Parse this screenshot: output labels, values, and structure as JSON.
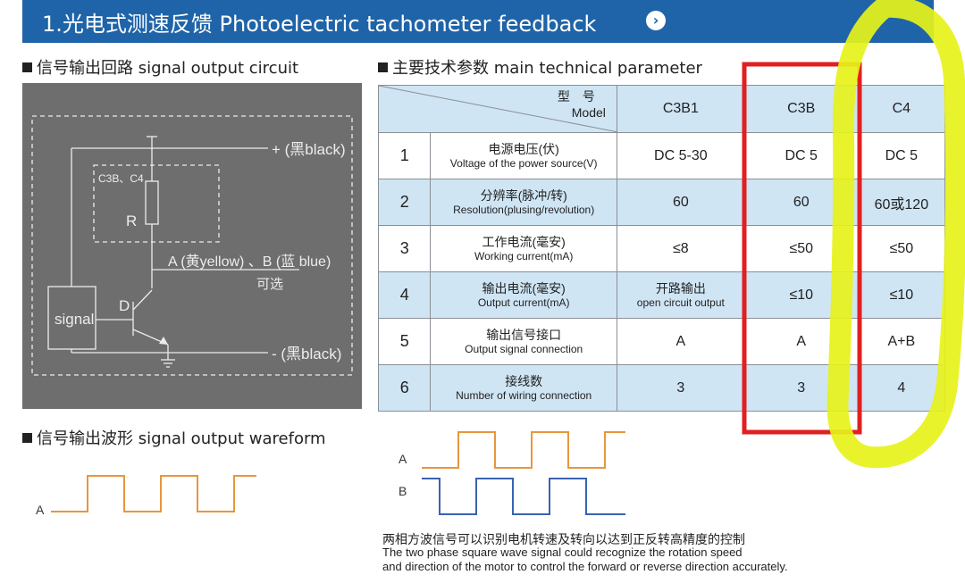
{
  "header": {
    "title": "1.光电式测速反馈 Photoelectric tachometer feedback",
    "icon": "chevron-right-icon"
  },
  "sections": {
    "signal_output_circuit": "信号输出回路 signal output circuit",
    "main_technical_parameter": "主要技术参数 main technical parameter",
    "signal_output_waveform": "信号输出波形 signal output wareform"
  },
  "circuit": {
    "plus_label": "+ (黑black)",
    "minus_label": "- (黑black)",
    "models_label": "C3B、C4",
    "resistor": "R",
    "diode": "D",
    "signal": "signal",
    "output_label": "A (黄yellow) 、B (蓝 blue)",
    "optional": "可选"
  },
  "table": {
    "header": {
      "model_zh": "型号",
      "model_en": "Model",
      "c3b1": "C3B1",
      "c3b": "C3B",
      "c4": "C4"
    },
    "rows": [
      {
        "no": "1",
        "zh": "电源电压(伏)",
        "en": "Voltage of the power source(V)",
        "c3b1": "DC 5-30",
        "c3b": "DC 5",
        "c4": "DC 5"
      },
      {
        "no": "2",
        "zh": "分辨率(脉冲/转)",
        "en": "Resolution(plusing/revolution)",
        "c3b1": "60",
        "c3b": "60",
        "c4": "60或120"
      },
      {
        "no": "3",
        "zh": "工作电流(毫安)",
        "en": "Working current(mA)",
        "c3b1": "≤8",
        "c3b": "≤50",
        "c4": "≤50"
      },
      {
        "no": "4",
        "zh": "输出电流(毫安)",
        "en": "Output current(mA)",
        "c3b1": "开路输出",
        "c3b1_en": "open circuit output",
        "c3b": "≤10",
        "c4": "≤10"
      },
      {
        "no": "5",
        "zh": "输出信号接口",
        "en": "Output signal connection",
        "c3b1": "A",
        "c3b": "A",
        "c4": "A+B"
      },
      {
        "no": "6",
        "zh": "接线数",
        "en": "Number of wiring connection",
        "c3b1": "3",
        "c3b": "3",
        "c4": "4"
      }
    ]
  },
  "waveform": {
    "label_a": "A",
    "label_b": "B"
  },
  "footnote": {
    "zh": "两相方波信号可以识别电机转速及转向以达到正反转高精度的控制",
    "en1": "The two phase square wave signal could recognize the rotation speed",
    "en2": "and direction of the motor to control the forward or reverse direction accurately."
  },
  "colors": {
    "header_bg": "#1f64a8",
    "row_blue": "#cfe5f4",
    "wave_a": "#e8963c",
    "wave_b": "#3a62b0",
    "mark_red": "#e02020",
    "mark_yellow": "#e6f21a"
  }
}
